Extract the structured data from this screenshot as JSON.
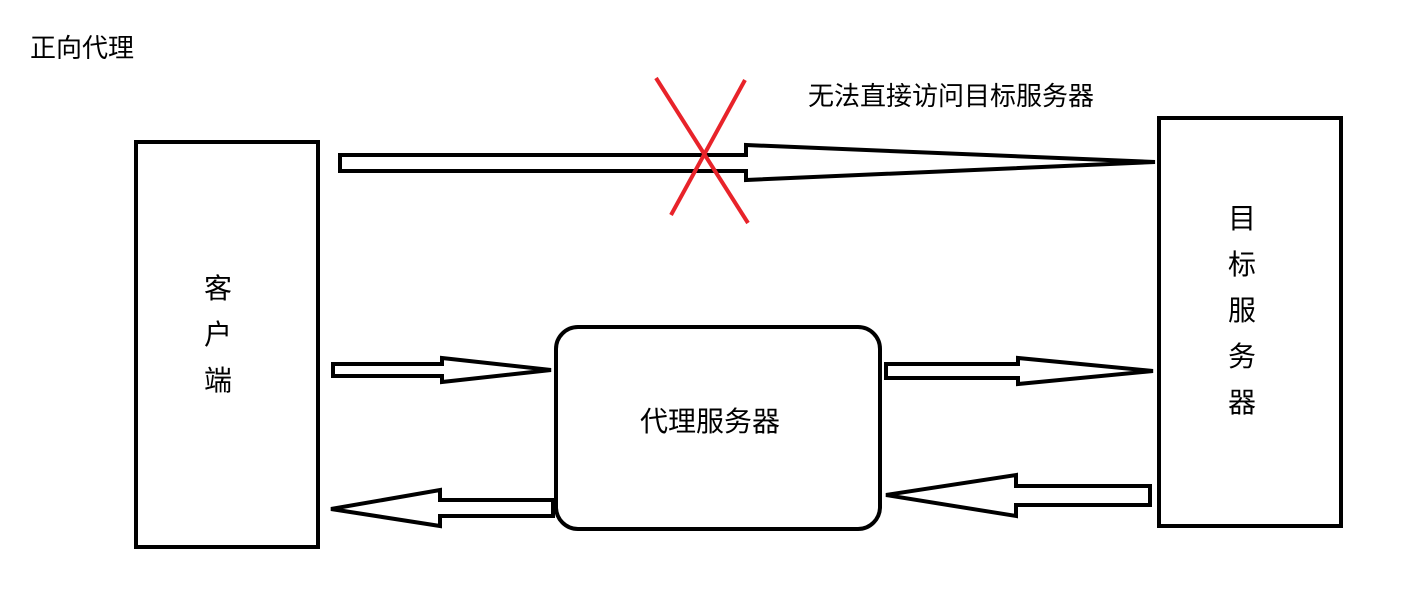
{
  "diagram": {
    "title": "正向代理",
    "blocked_note": "无法直接访问目标服务器",
    "nodes": {
      "client": [
        "客",
        "户",
        "端"
      ],
      "proxy": "代理服务器",
      "target": [
        "目",
        "标",
        "服",
        "务",
        "器"
      ]
    },
    "colors": {
      "stroke": "#000000",
      "blocked_mark": "#e8232a",
      "background": "#ffffff"
    }
  }
}
